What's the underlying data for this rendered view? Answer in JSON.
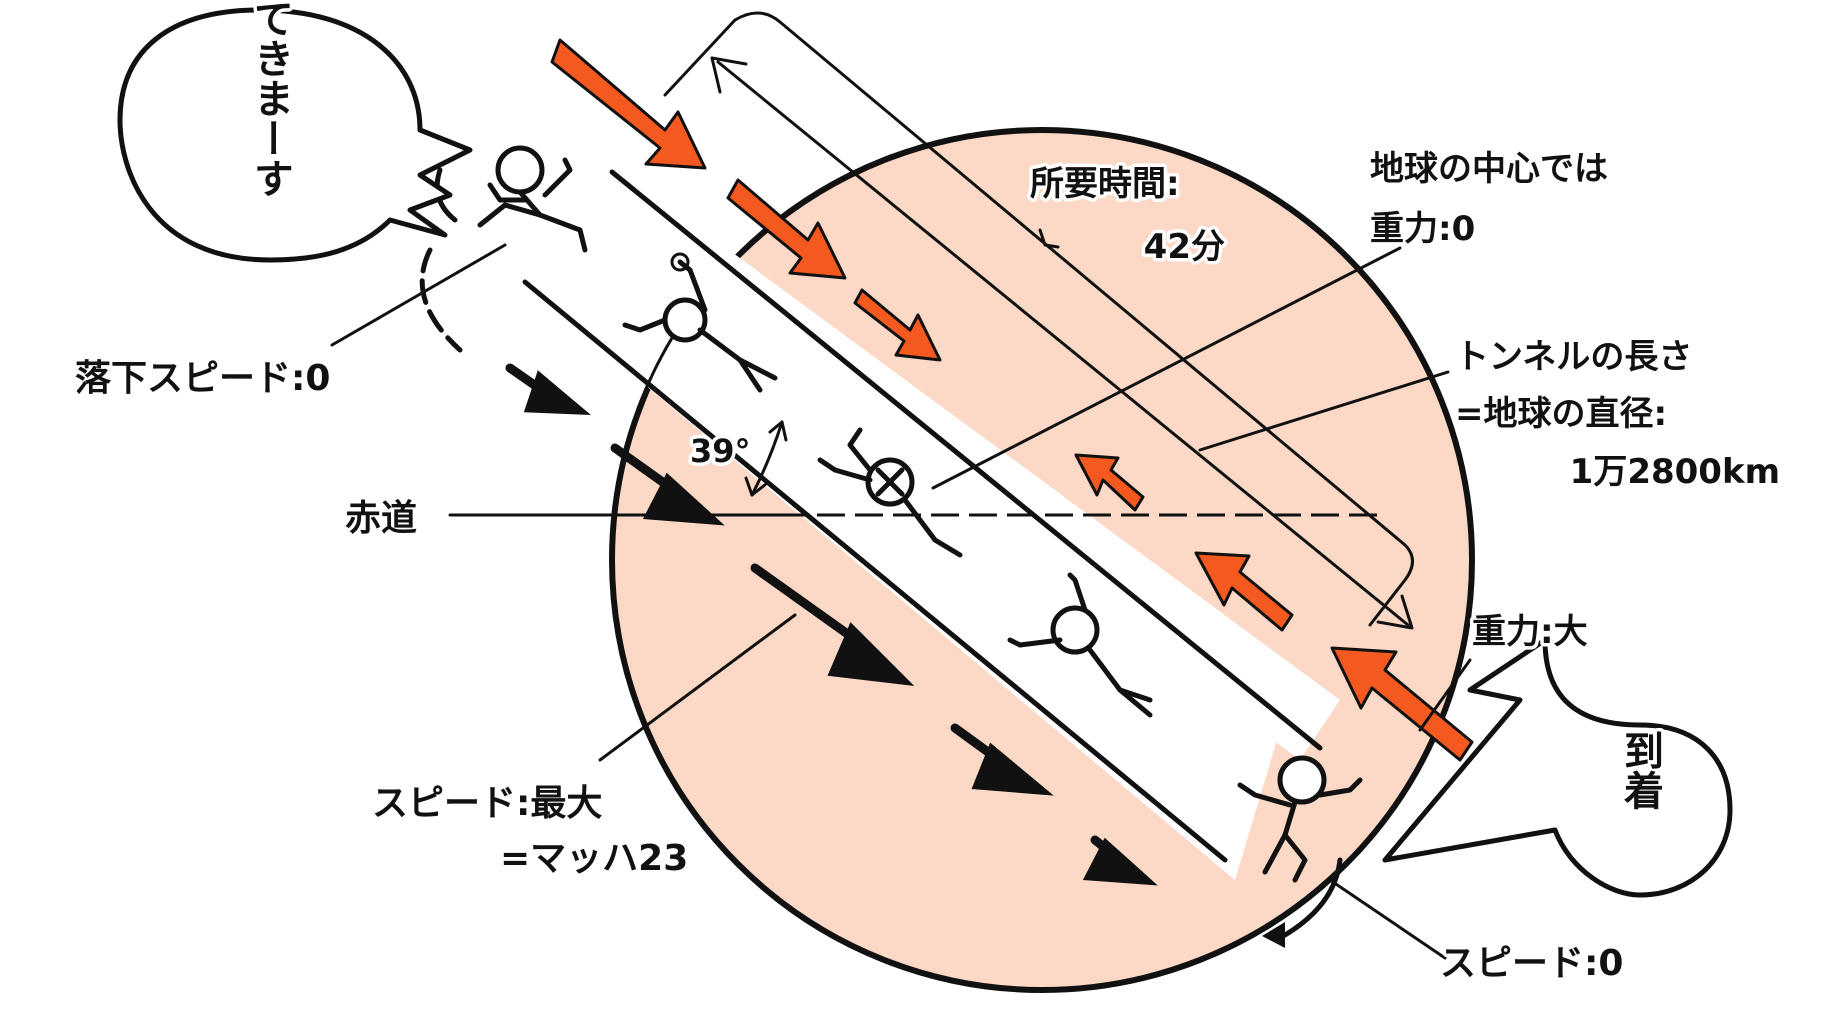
{
  "colors": {
    "earth": "#fbd9c6",
    "gravity_arrow": "#f4591f",
    "ink": "#111111",
    "tunnel": "#ffffff"
  },
  "speech": {
    "depart": "いってきまーす",
    "arrive": "到着"
  },
  "labels": {
    "fall_speed_start": "落下スピード:0",
    "time_required_line1": "所要時間:",
    "time_required_line2": "42分",
    "center_line1": "地球の中心では",
    "center_line2": "重力:0",
    "tunnel_length_line1": "トンネルの長さ",
    "tunnel_length_line2": "=地球の直径:",
    "tunnel_length_line3": "1万2800km",
    "angle": "39°",
    "equator": "赤道",
    "gravity_strong": "重力:大",
    "speed_max_line1": "スピード:最大",
    "speed_max_line2": "=マッハ23",
    "speed_end": "スピード:0"
  },
  "icons": {
    "gravity_arrows": "orange-arrow-icon",
    "motion_arrows": "black-arrow-icon",
    "faller": "stick-figure-icon"
  }
}
